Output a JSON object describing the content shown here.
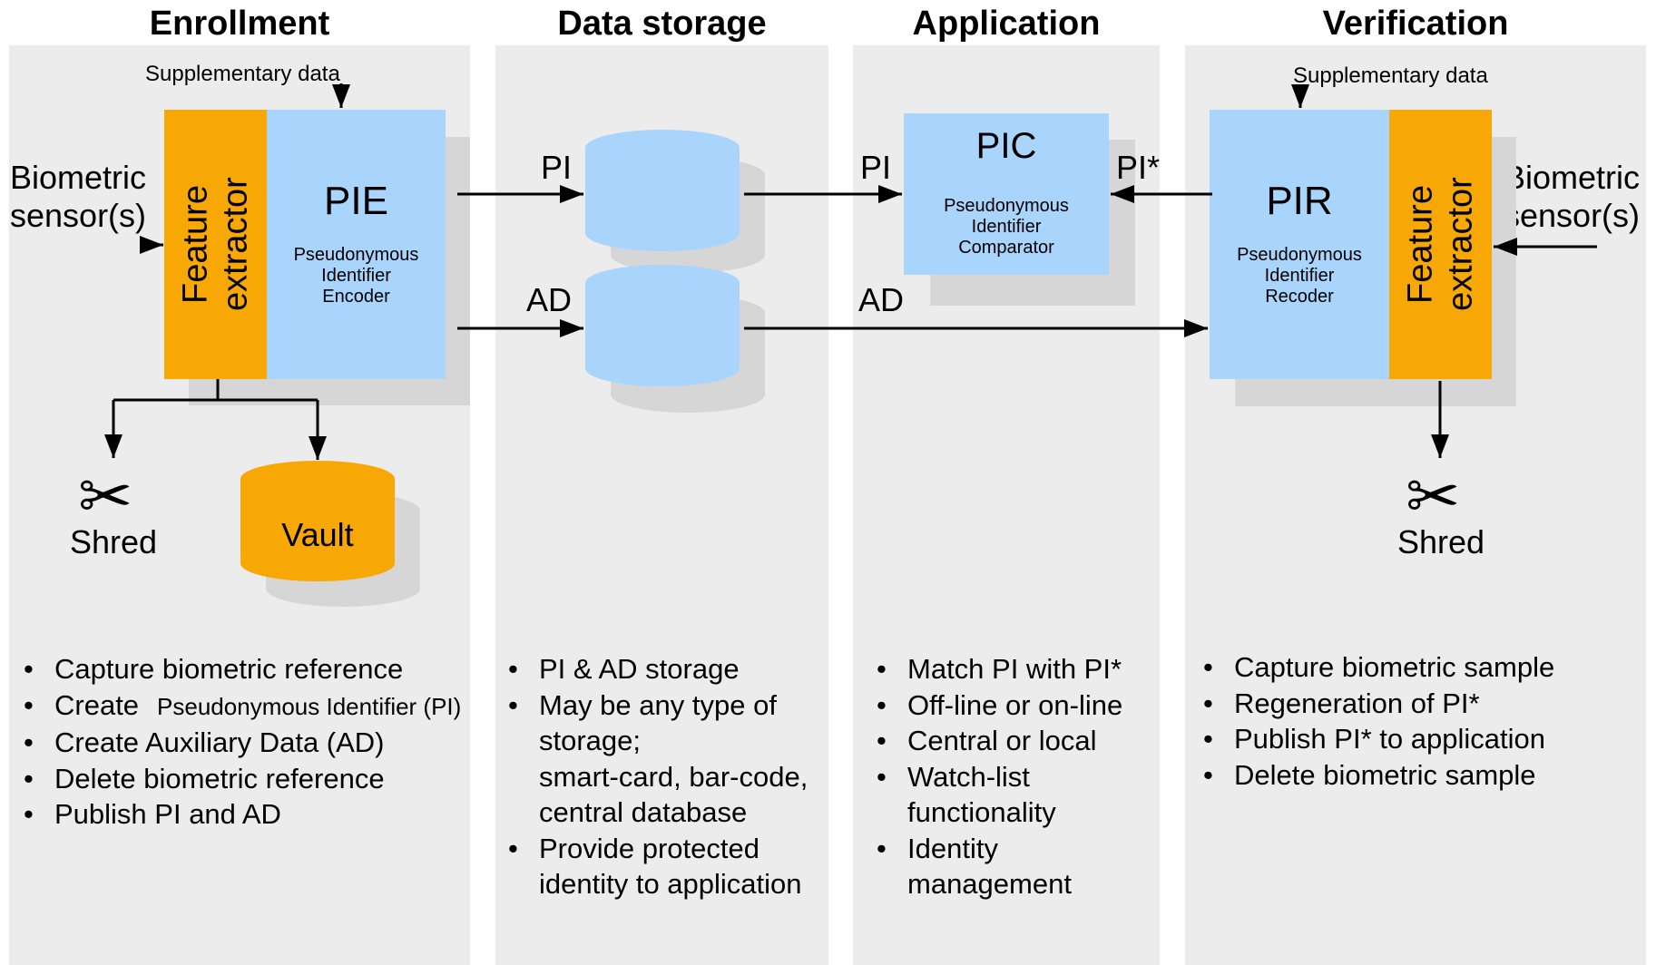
{
  "columns": {
    "enrollment": {
      "title": "Enrollment",
      "supplementary": "Supplementary data",
      "sensor": "Biometric\nsensor(s)",
      "feature": "Feature\nextractor",
      "pie_title": "PIE",
      "pie_sub": "Pseudonymous\nIdentifier\nEncoder",
      "shred": "Shred",
      "vault": "Vault",
      "bullets": [
        "Capture biometric reference",
        "Create",
        "Create Auxiliary Data (AD)",
        "Delete biometric reference",
        "Publish PI and AD"
      ],
      "bullet_create_suffix": "Pseudonymous Identifier (PI)"
    },
    "storage": {
      "title": "Data storage",
      "pi_label": "PI",
      "ad_label": "AD",
      "bullets": [
        "PI & AD storage",
        "May be any type of\nstorage;\nsmart-card, bar-code,\ncentral database",
        "Provide protected\nidentity to application"
      ]
    },
    "application": {
      "title": "Application",
      "pi_label": "PI",
      "pi_star_label": "PI*",
      "ad_label": "AD",
      "pic_title": "PIC",
      "pic_sub": "Pseudonymous\nIdentifier\nComparator",
      "bullets": [
        "Match PI with PI*",
        "Off-line or on-line",
        "Central or local",
        "Watch-list\nfunctionality",
        "Identity\nmanagement"
      ]
    },
    "verification": {
      "title": "Verification",
      "supplementary": "Supplementary data",
      "sensor": "Biometric\nsensor(s)",
      "feature": "Feature\nextractor",
      "pir_title": "PIR",
      "pir_sub": "Pseudonymous\nIdentifier\nRecoder",
      "shred": "Shred",
      "bullets": [
        "Capture biometric sample",
        "Regeneration of PI*",
        "Publish PI* to application",
        "Delete biometric sample"
      ]
    }
  },
  "icons": {
    "scissors": "scissors-icon"
  },
  "colors": {
    "panel": "#ececec",
    "shadow": "#d6d6d6",
    "blue": "#a9d4fb",
    "orange": "#f8a805"
  }
}
